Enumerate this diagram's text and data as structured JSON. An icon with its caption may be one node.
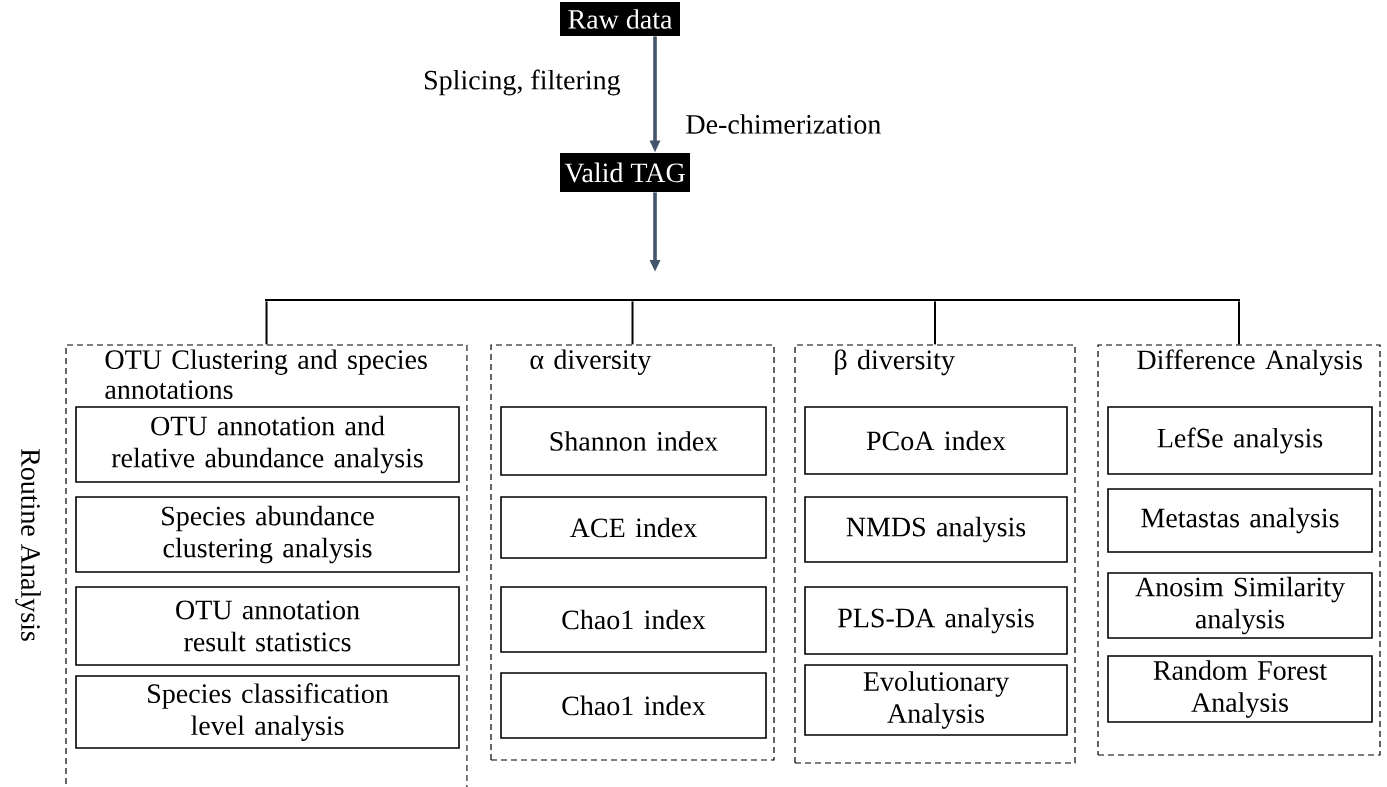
{
  "diagram": {
    "nodes": [
      {
        "text": [
          "Raw data"
        ]
      },
      {
        "text": [
          "Valid TAG"
        ]
      },
      {
        "text": [
          "OTU Clustering and species annotations"
        ]
      },
      {
        "text": [
          "OTU annotation and relative abundance analysis"
        ],
        "in": 2
      },
      {
        "text": [
          "Species abundance clustering analysis"
        ],
        "in": 2
      },
      {
        "text": [
          "OTU annotation result statistics"
        ],
        "in": 2
      },
      {
        "text": [
          "Species classification level analysis"
        ],
        "in": 2
      },
      {
        "text": [
          "α diversity"
        ]
      },
      {
        "text": [
          "Shannon index"
        ],
        "in": 7
      },
      {
        "text": [
          "ACE index"
        ],
        "in": 7
      },
      {
        "text": [
          "Chao1 index"
        ],
        "in": 7
      },
      {
        "text": [
          "Chao1 index"
        ],
        "in": 7
      },
      {
        "text": [
          "β diversity"
        ]
      },
      {
        "text": [
          "PCoA index"
        ],
        "in": 12
      },
      {
        "text": [
          "NMDS analysis"
        ],
        "in": 12
      },
      {
        "text": [
          "PLS-DA analysis"
        ],
        "in": 12
      },
      {
        "text": [
          "Evolutionary Analysis"
        ],
        "in": 12
      },
      {
        "text": [
          "Difference Analysis"
        ]
      },
      {
        "text": [
          "LefSe analysis"
        ],
        "in": 17
      },
      {
        "text": [
          "Metastas analysis"
        ],
        "in": 17
      },
      {
        "text": [
          "Anosim Similarity analysis"
        ],
        "in": 17
      },
      {
        "text": [
          "Random Forest Analysis"
        ],
        "in": 17
      },
      {
        "text": [],
        "shape": "bar"
      }
    ],
    "edges": [
      {
        "from": 0,
        "to": 1,
        "arrow": "to",
        "label": "Splicing, filtering",
        "color": "#44546a"
      },
      {
        "from": 1,
        "to": null,
        "arrow": "to",
        "color": "#44546a"
      },
      {
        "from": 22,
        "to": 2,
        "arrow": "none"
      },
      {
        "from": 22,
        "to": 7,
        "arrow": "none"
      },
      {
        "from": 22,
        "to": 12,
        "arrow": "none"
      },
      {
        "from": 22,
        "to": 17,
        "arrow": "none"
      }
    ],
    "labels": [
      "De-chimerization",
      "Routine Analysis"
    ]
  }
}
